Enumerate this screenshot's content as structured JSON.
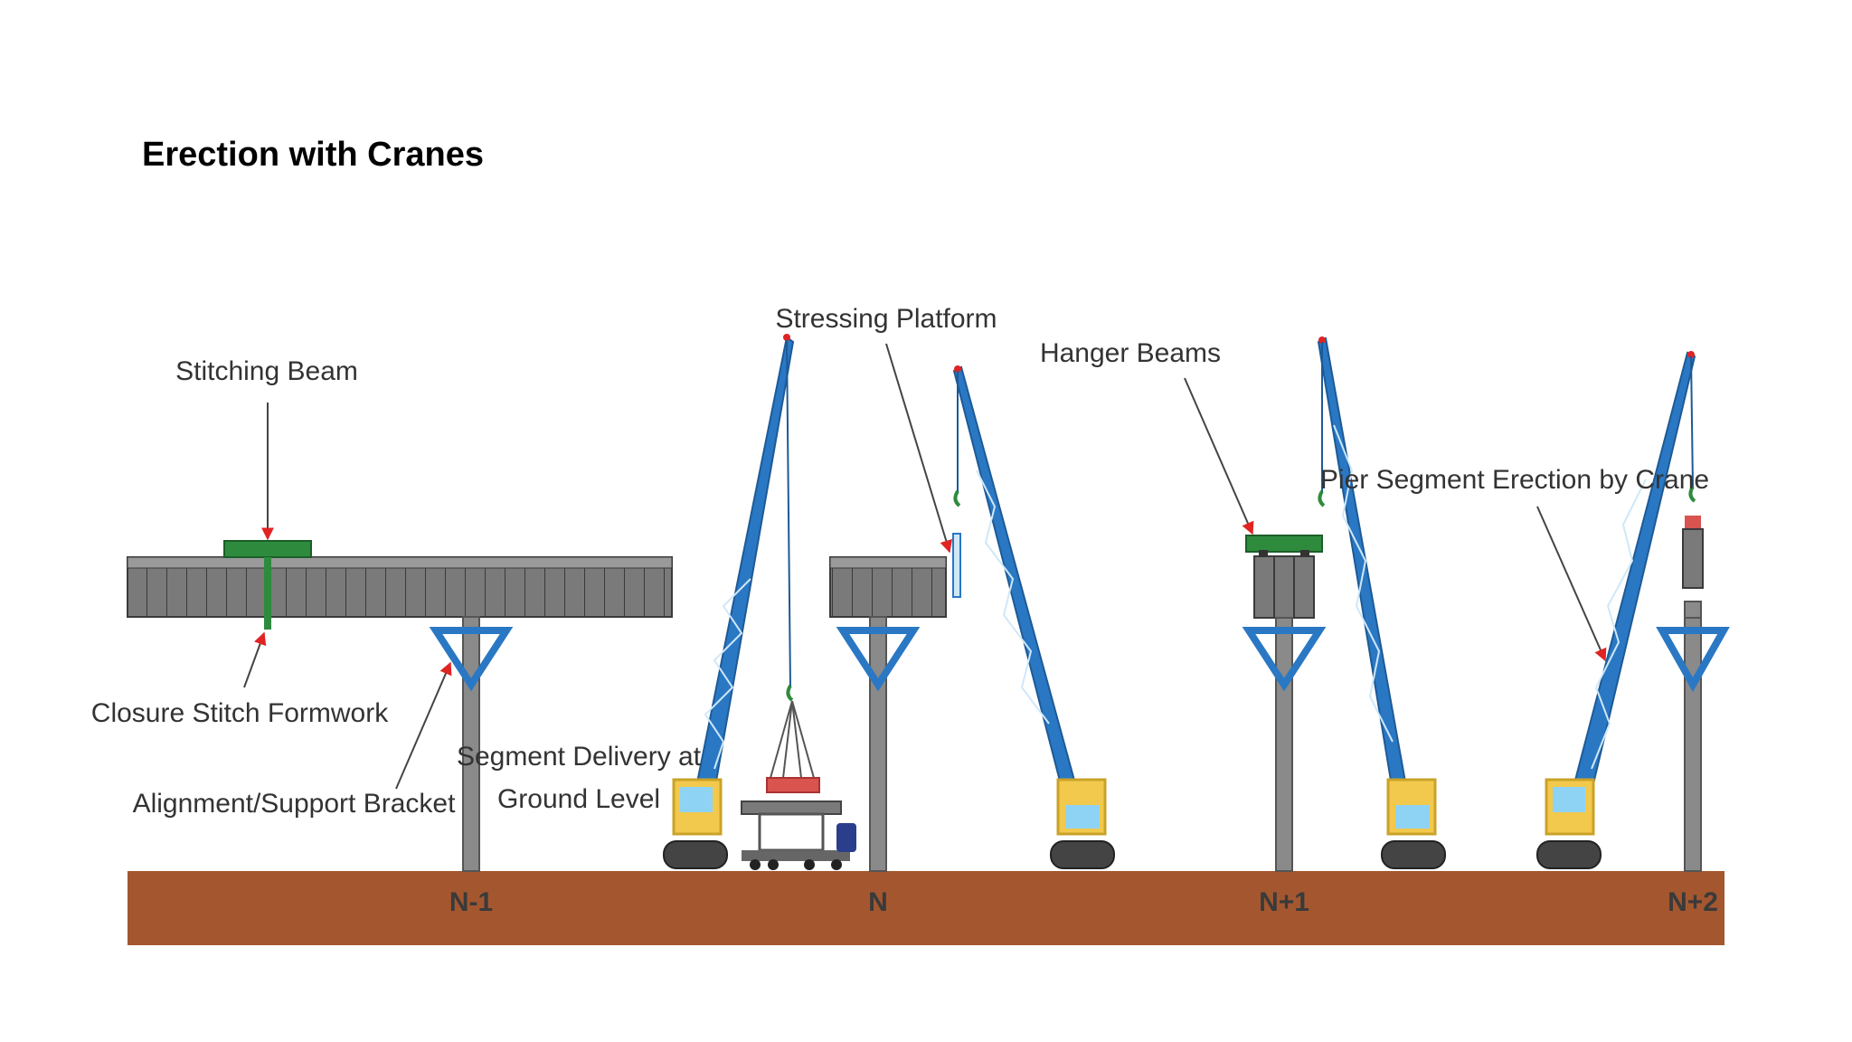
{
  "slide": {
    "title": "Erection with Cranes"
  },
  "labels": {
    "stitching_beam": "Stitching Beam",
    "closure_stitch_formwork": "Closure Stitch Formwork",
    "alignment_support_bracket": "Alignment/Support Bracket",
    "segment_delivery_line1": "Segment Delivery at",
    "segment_delivery_line2": "Ground Level",
    "stressing_platform": "Stressing Platform",
    "hanger_beams": "Hanger Beams",
    "pier_segment_erection": "Pier Segment Erection by Crane"
  },
  "piers": [
    "N-1",
    "N",
    "N+1",
    "N+2"
  ],
  "colors": {
    "ground": "#a4572f",
    "deck": "#7a7a7a",
    "pier": "#8a8a8a",
    "crane_boom": "#2a78c4",
    "crane_cab": "#f2c94c",
    "crane_window": "#8fd3f4",
    "stitching_beam": "#2e8b3e",
    "arrow_head": "#e02424",
    "leader_line": "#444444"
  }
}
